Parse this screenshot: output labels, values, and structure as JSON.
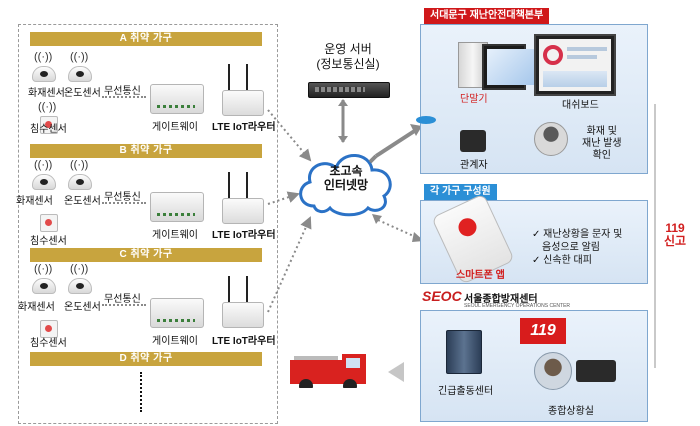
{
  "households": [
    {
      "header": "A 취약 가구",
      "fire_sensor": "화재센서",
      "temp_sensor": "온도센서",
      "flood_sensor": "침수센서",
      "wireless": "무선통신",
      "gateway": "게이트웨이",
      "router": "LTE IoT라우터"
    },
    {
      "header": "B 취약 가구",
      "fire_sensor": "화재센서",
      "temp_sensor": "온도센서",
      "flood_sensor": "침수센서",
      "wireless": "무선통신",
      "gateway": "게이트웨이",
      "router": "LTE IoT라우터"
    },
    {
      "header": "C 취약 가구",
      "fire_sensor": "화재센서",
      "temp_sensor": "온도센서",
      "flood_sensor": "침수센서",
      "wireless": "무선통신",
      "gateway": "게이트웨이",
      "router": "LTE IoT라우터"
    }
  ],
  "household_d": "D 취약 가구",
  "operation_server": {
    "line1": "운영 서버",
    "line2": "(정보통신실)"
  },
  "internet": {
    "line1": "초고속",
    "line2": "인터넷망"
  },
  "disaster_hq": {
    "tag": "서대문구 재난안전대책본부",
    "terminal": "단말기",
    "dashboard": "대쉬보드",
    "staff": "관계자",
    "confirm": [
      "화재 및",
      "재난 발생",
      "확인"
    ]
  },
  "household_member": {
    "tag": "각 가구 구성원",
    "bullets": [
      "재난상황을 문자 및",
      "음성으로 알림",
      "신속한 대피"
    ],
    "app": "스마트폰 앱"
  },
  "report_119": {
    "line1": "119",
    "line2": "신고"
  },
  "seoul_center": {
    "logo": "SEOC",
    "name": "서울종합방재센터",
    "subtitle": "SEOUL EMERGENCY OPERATIONS CENTER",
    "logo_119": "119",
    "dispatch": "긴급출동센터",
    "situation_room": "종합상황실"
  },
  "colors": {
    "gold": "#c8a43e",
    "red": "#d21e1e",
    "blue_tag": "#2b8fd6",
    "panel_border": "#7fa7cf"
  }
}
